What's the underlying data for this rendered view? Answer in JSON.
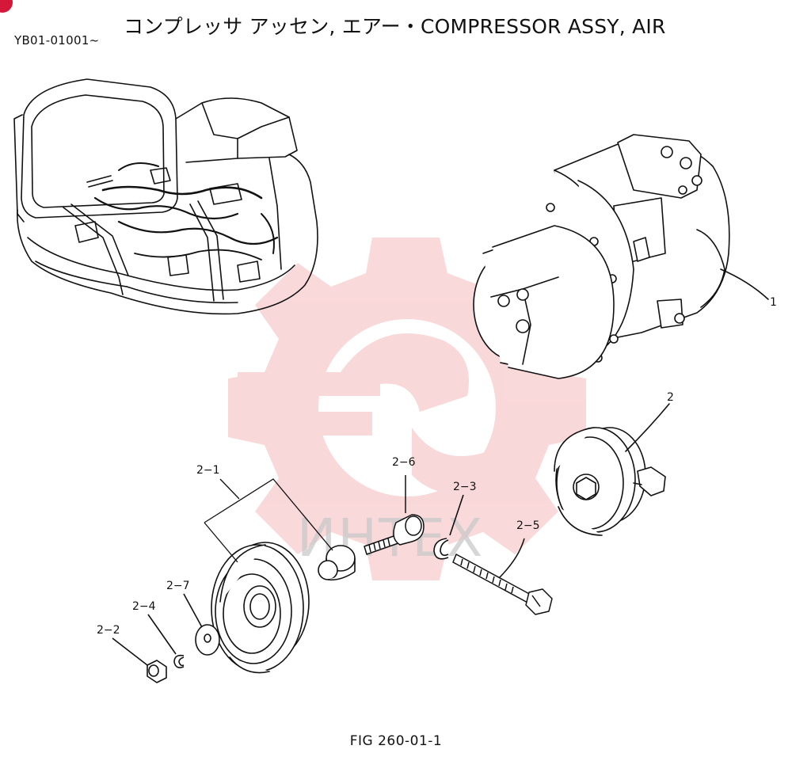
{
  "header": {
    "serial_range": "YB01-01001~",
    "title": "コンプレッサ アッセン,  エアー・COMPRESSOR ASSY, AIR"
  },
  "watermark": {
    "text": "ИНТЕХ",
    "color": "#e8505b"
  },
  "figure": {
    "caption": "FIG 260-01-1"
  },
  "callouts": {
    "c1": "1",
    "c2": "2",
    "c2_1": "2−1",
    "c2_2": "2−2",
    "c2_3": "2−3",
    "c2_4": "2−4",
    "c2_5": "2−5",
    "c2_6": "2−6",
    "c2_7": "2−7"
  },
  "colors": {
    "badge": "#d5183a",
    "line": "#111111"
  }
}
